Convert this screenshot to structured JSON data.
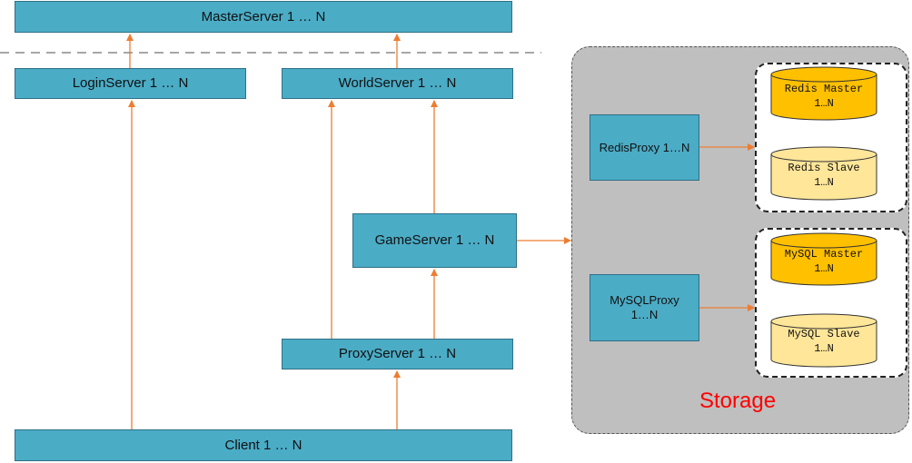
{
  "colors": {
    "server_box": "#4bacc6",
    "arrow": "#ed7d31",
    "storage_panel": "#bfbfbf",
    "db_master": "#ffc000",
    "db_slave": "#ffe699",
    "storage_label": "#ff0000"
  },
  "nodes": {
    "master_server": "MasterServer 1 … N",
    "login_server": "LoginServer 1 … N",
    "world_server": "WorldServer 1 … N",
    "game_server": "GameServer 1 … N",
    "proxy_server": "ProxyServer 1 … N",
    "client": "Client 1 … N",
    "redis_proxy": "RedisProxy 1…N",
    "mysql_proxy": {
      "line1": "MySQLProxy",
      "line2": "1…N"
    }
  },
  "databases": {
    "redis_master": {
      "name": "Redis Master",
      "count": "1…N"
    },
    "redis_slave": {
      "name": "Redis Slave",
      "count": "1…N"
    },
    "mysql_master": {
      "name": "MySQL Master",
      "count": "1…N"
    },
    "mysql_slave": {
      "name": "MySQL Slave",
      "count": "1…N"
    }
  },
  "storage_label": "Storage"
}
